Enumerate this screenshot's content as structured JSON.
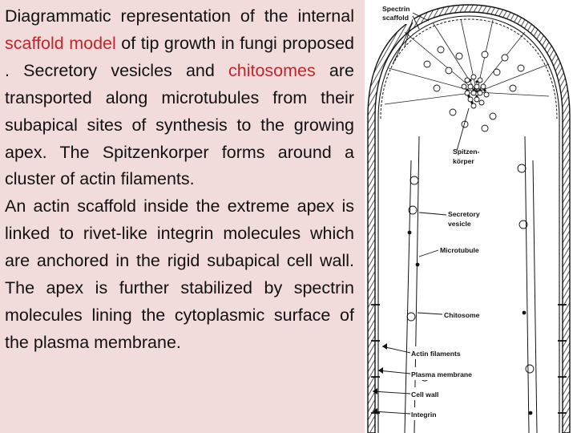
{
  "caption": {
    "p1_a": "Diagrammatic representation of the internal ",
    "p1_hl1": "scaffold model",
    "p1_b": " of tip growth in fungi proposed . Secretory vesicles and ",
    "p1_hl2": "chitosomes",
    "p1_c": " are transported along microtubules from their subapical sites of synthesis to the growing apex. The Spitzenkorper forms around a cluster of actin filaments.",
    "p2": "An actin scaffold inside the extreme apex is linked to rivet-like integrin molecules which are anchored in the rigid subapical cell wall. The apex is further stabilized by spectrin molecules lining the cytoplasmic surface of the plasma membrane.",
    "highlight_color": "#c0272d"
  },
  "figure": {
    "labels": {
      "spectrin_scaffold": [
        "Spectrin",
        "scaffold"
      ],
      "spitzenkorper": [
        "Spitzen-",
        "körper"
      ],
      "secretory_vesicle": [
        "Secretory",
        "vesicle"
      ],
      "microtubule": "Microtubule",
      "chitosome": "Chitosome",
      "actin_filaments": "Actin filaments",
      "plasma_membrane": "Plasma membrane",
      "cell_wall": "Cell wall",
      "integrin": "Integrin"
    }
  }
}
